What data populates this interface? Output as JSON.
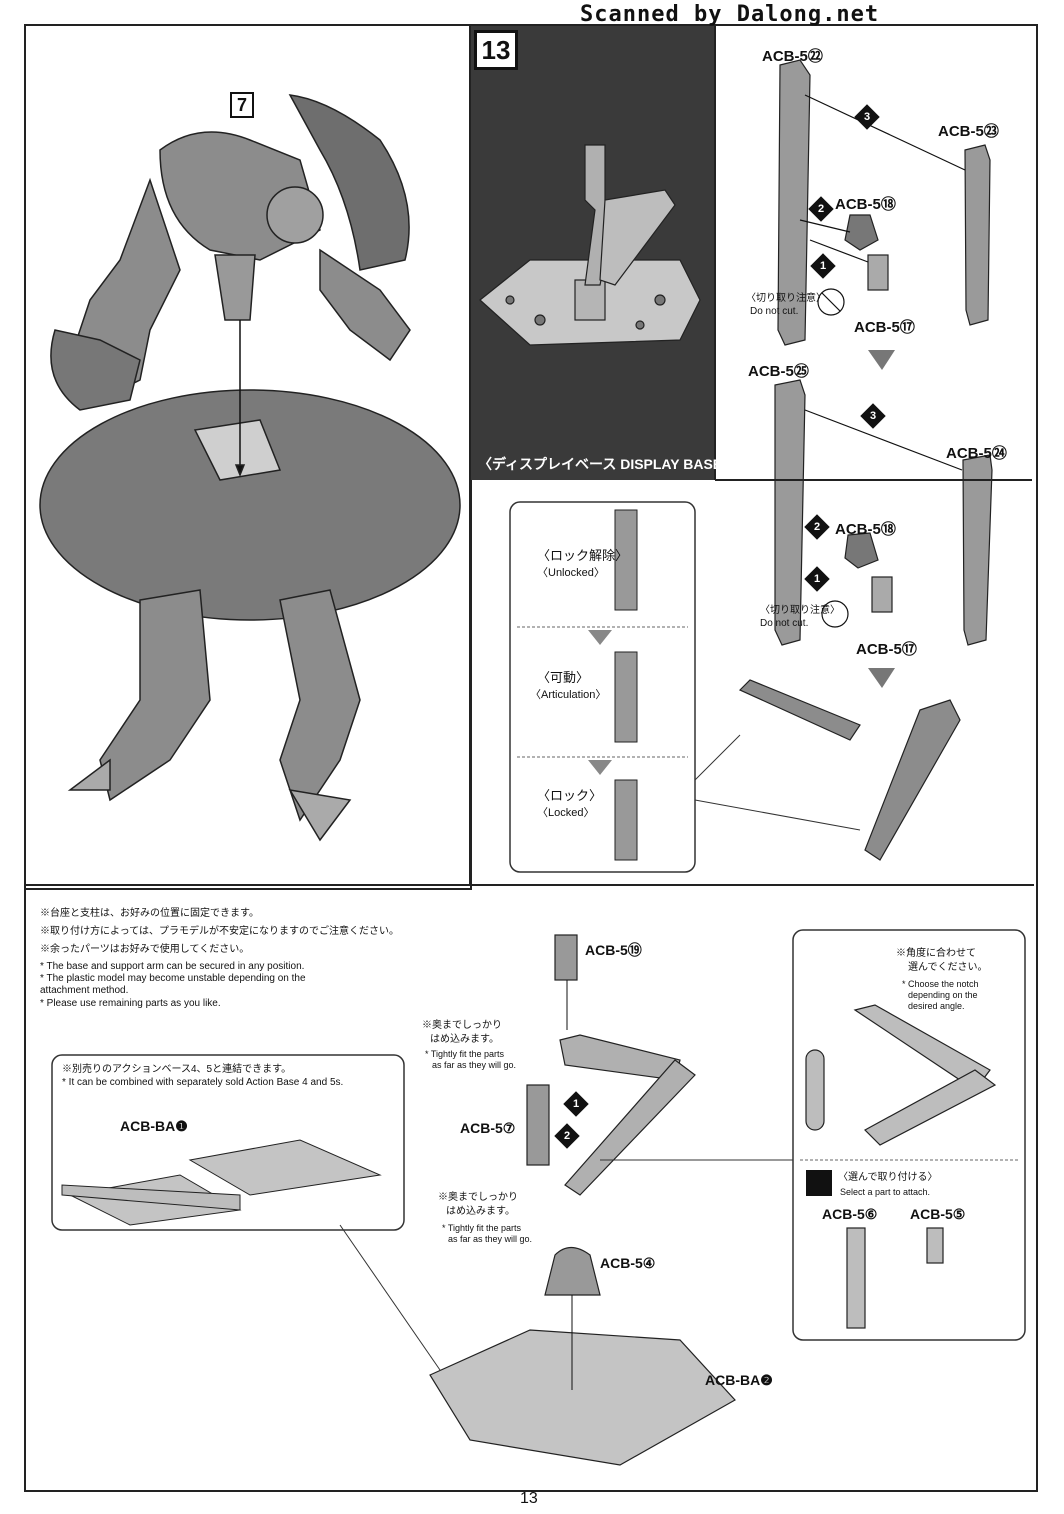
{
  "header": {
    "scan_credit": "Scanned by Dalong.net"
  },
  "step7": {
    "label": "7"
  },
  "step13": {
    "label": "13",
    "display_base_caption": "〈ディスプレイベース DISPLAY BASE〉"
  },
  "arm_assembly_top": {
    "parts": [
      "ACB-5㉒",
      "ACB-5㉓",
      "ACB-5⑱",
      "ACB-5⑰"
    ],
    "steps": [
      "3",
      "2",
      "1"
    ],
    "cut_warning_jp": "〈切り取り注意〉",
    "cut_warning_en": "Do not cut."
  },
  "arm_assembly_mid": {
    "parts": [
      "ACB-5㉕",
      "ACB-5㉔",
      "ACB-5⑱",
      "ACB-5⑰"
    ],
    "steps": [
      "3",
      "2",
      "1"
    ],
    "cut_warning_jp": "〈切り取り注意〉",
    "cut_warning_en": "Do not cut."
  },
  "lock_states": [
    {
      "jp": "〈ロック解除〉",
      "en": "〈Unlocked〉"
    },
    {
      "jp": "〈可動〉",
      "en": "〈Articulation〉"
    },
    {
      "jp": "〈ロック〉",
      "en": "〈Locked〉"
    }
  ],
  "notes": {
    "jp": [
      "※台座と支柱は、お好みの位置に固定できます。",
      "※取り付け方によっては、プラモデルが不安定になりますのでご注意ください。",
      "※余ったパーツはお好みで使用してください。"
    ],
    "en": [
      "* The base and support arm can be secured in any position.",
      "* The plastic model may become unstable depending on the",
      "   attachment method.",
      "* Please use remaining parts as you like."
    ]
  },
  "combine_box": {
    "jp": "※別売りのアクションベース4、5と連結できます。",
    "en": "* It can be combined with separately sold Action Base 4 and 5s.",
    "part": "ACB-BA❶"
  },
  "bottom_assembly": {
    "part_top": "ACB-5⑲",
    "part_side": "ACB-5⑦",
    "part_socket": "ACB-5④",
    "part_base": "ACB-BA❷",
    "fit_jp_1": "※奥までしっかり",
    "fit_jp_2": "はめ込みます。",
    "fit_en_1": "* Tightly fit the parts",
    "fit_en_2": "as far as they will go.",
    "steps": [
      "1",
      "2"
    ]
  },
  "angle_box": {
    "jp_1": "※角度に合わせて",
    "jp_2": "選んでください。",
    "en_1": "* Choose the notch",
    "en_2": "depending on the",
    "en_3": "desired angle.",
    "select_jp": "〈選んで取り付ける〉",
    "select_en": "Select a part to attach.",
    "part_a": "ACB-5⑥",
    "part_b": "ACB-5⑤"
  },
  "footer": {
    "page_number": "13"
  },
  "colors": {
    "ink": "#111111",
    "panel_dark": "#3a3a3a",
    "part_gray": "#9a9a9a",
    "light_gray": "#d8d8d8"
  }
}
